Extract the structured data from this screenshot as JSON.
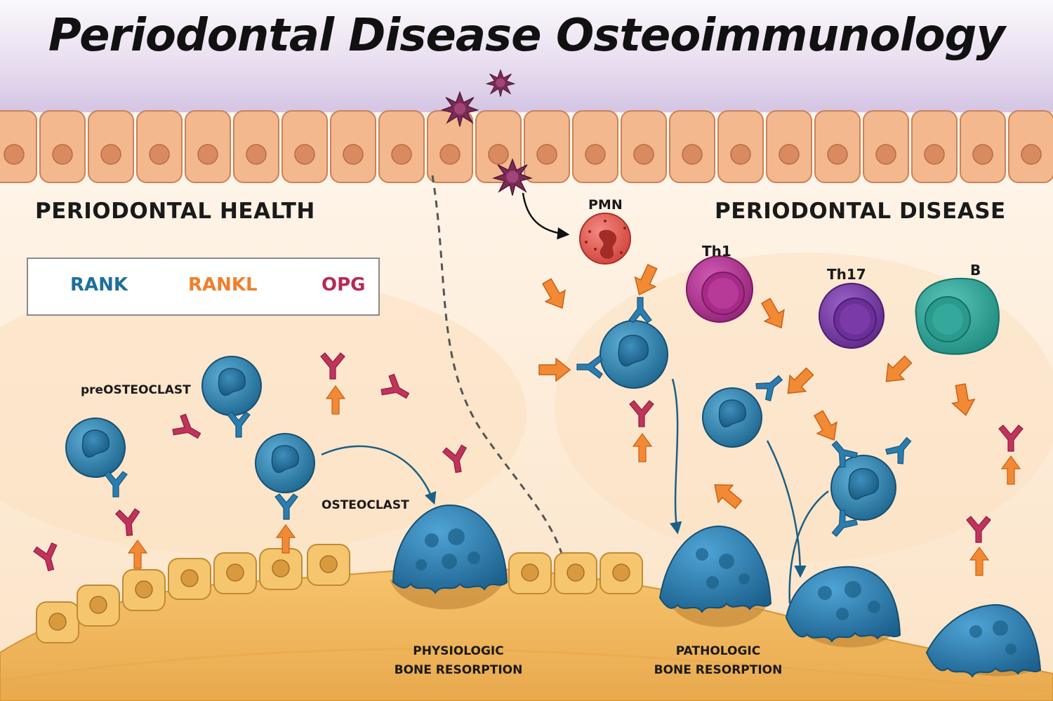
{
  "title": "Periodontal Disease Osteoimmunology",
  "sections": {
    "health": "PERIODONTAL HEALTH",
    "disease": "PERIODONTAL DISEASE"
  },
  "legend": {
    "rank": "RANK",
    "rankl": "RANKL",
    "opg": "OPG"
  },
  "labels": {
    "preosteoclast": "preOSTEOCLAST",
    "osteoclast": "OSTEOCLAST",
    "pmn": "PMN",
    "th1": "Th1",
    "th17": "Th17",
    "b": "B"
  },
  "captions": {
    "physiologic_1": "PHYSIOLOGIC",
    "physiologic_2": "BONE RESORPTION",
    "pathologic_1": "PATHOLOGIC",
    "pathologic_2": "BONE RESORPTION"
  },
  "colors": {
    "rank": "#1f6f9b",
    "rankl": "#f07f2a",
    "opg": "#b52a55",
    "epithelium": "#f3b88d",
    "bone": "#f2b660",
    "osteoclast": "#2f7fb0",
    "pmn": "#e0574f",
    "th1": "#b0308f",
    "th17": "#7a3aa8",
    "bcell": "#2aa59a",
    "bacteria": "#7a2b57"
  }
}
